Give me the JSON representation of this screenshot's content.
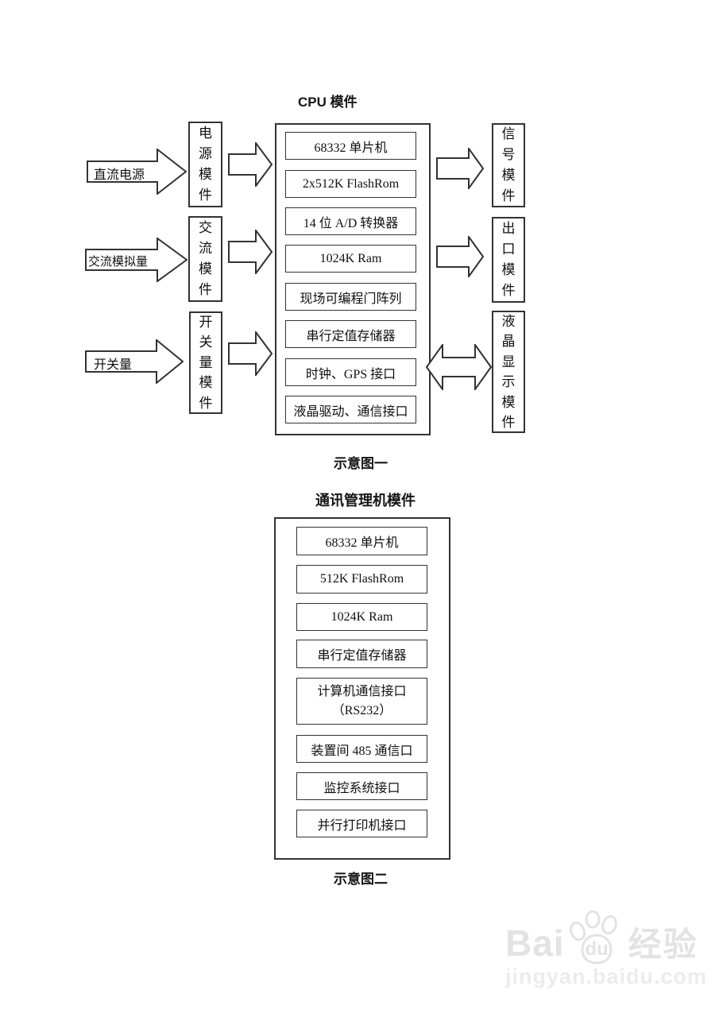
{
  "diagram1": {
    "title": "CPU 模件",
    "caption": "示意图一",
    "inputs": [
      "直流电源",
      "交流模拟量",
      "开关量"
    ],
    "input_modules": [
      "电源模件",
      "交流模件",
      "开关量模件"
    ],
    "cpu_items": [
      "68332 单片机",
      "2x512K FlashRom",
      "14 位 A/D 转换器",
      "1024K Ram",
      "现场可编程门阵列",
      "串行定值存储器",
      "时钟、GPS 接口",
      "液晶驱动、通信接口"
    ],
    "output_modules": [
      "信号模件",
      "出口模件",
      "液晶显示模件"
    ]
  },
  "diagram2": {
    "title": "通讯管理机模件",
    "caption": "示意图二",
    "items": [
      "68332 单片机",
      "512K FlashRom",
      "1024K Ram",
      "串行定值存储器",
      {
        "line1": "计算机通信接口",
        "line2": "（RS232）"
      },
      "装置间 485 通信口",
      "监控系统接口",
      "并行打印机接口"
    ]
  },
  "watermark": {
    "brand_prefix": "Bai",
    "brand_mid": "du",
    "brand_suffix": "经验",
    "url": "jingyan.baidu.com"
  },
  "colors": {
    "line": "#333333",
    "watermark": "#e3e3e3",
    "watermark-light": "#ececec"
  }
}
